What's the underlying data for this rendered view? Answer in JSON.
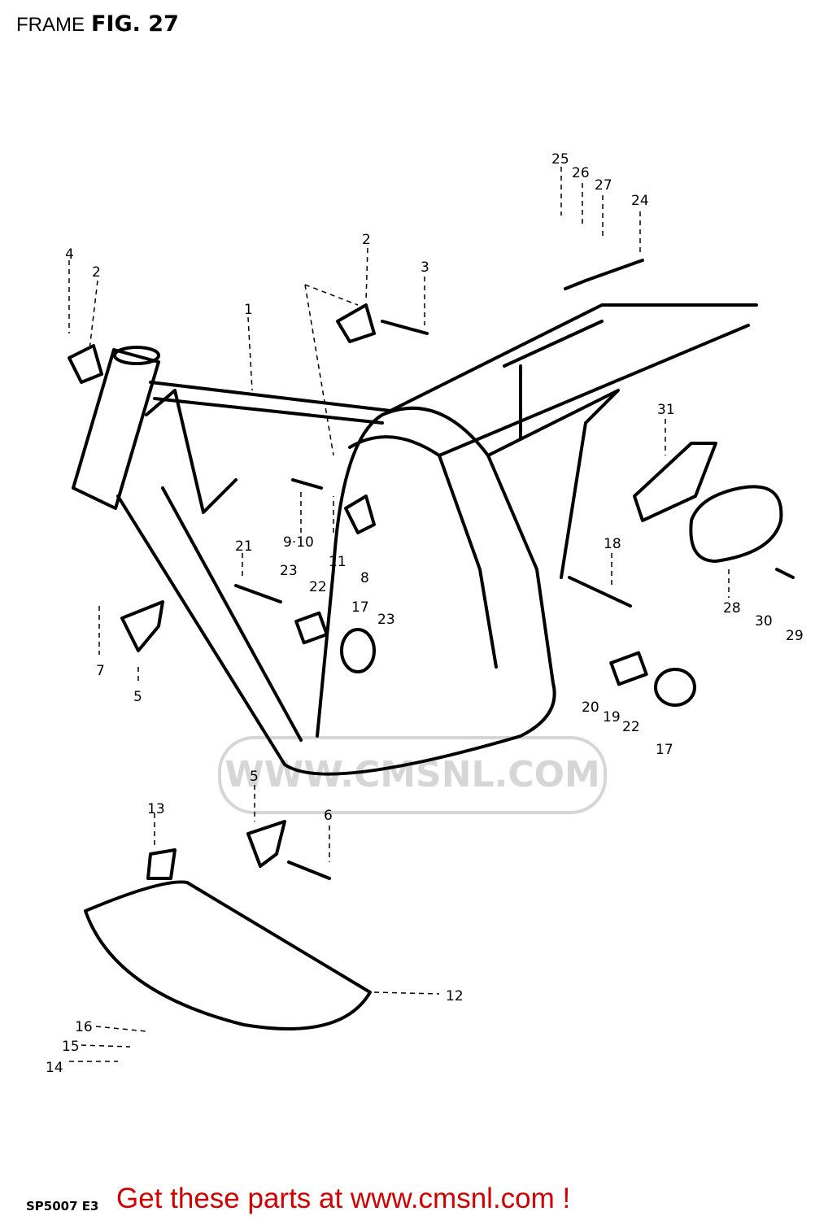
{
  "header": {
    "title": "FRAME",
    "figure": "FIG. 27"
  },
  "watermark": "WWW.CMSNL.COM",
  "drawing_code": "SP5007 E3",
  "footer": "Get these parts at www.cmsnl.com !",
  "callouts": [
    "1",
    "2",
    "2",
    "3",
    "4",
    "5",
    "5",
    "6",
    "7",
    "8",
    "9·10",
    "11",
    "12",
    "13",
    "14",
    "15",
    "16",
    "17",
    "17",
    "18",
    "19",
    "20",
    "21",
    "22",
    "22",
    "23",
    "23",
    "24",
    "25",
    "26",
    "27",
    "28",
    "29",
    "30",
    "31"
  ],
  "colors": {
    "footer": "#d40000",
    "watermark": "#d6d6d6",
    "lines": "#000000"
  }
}
